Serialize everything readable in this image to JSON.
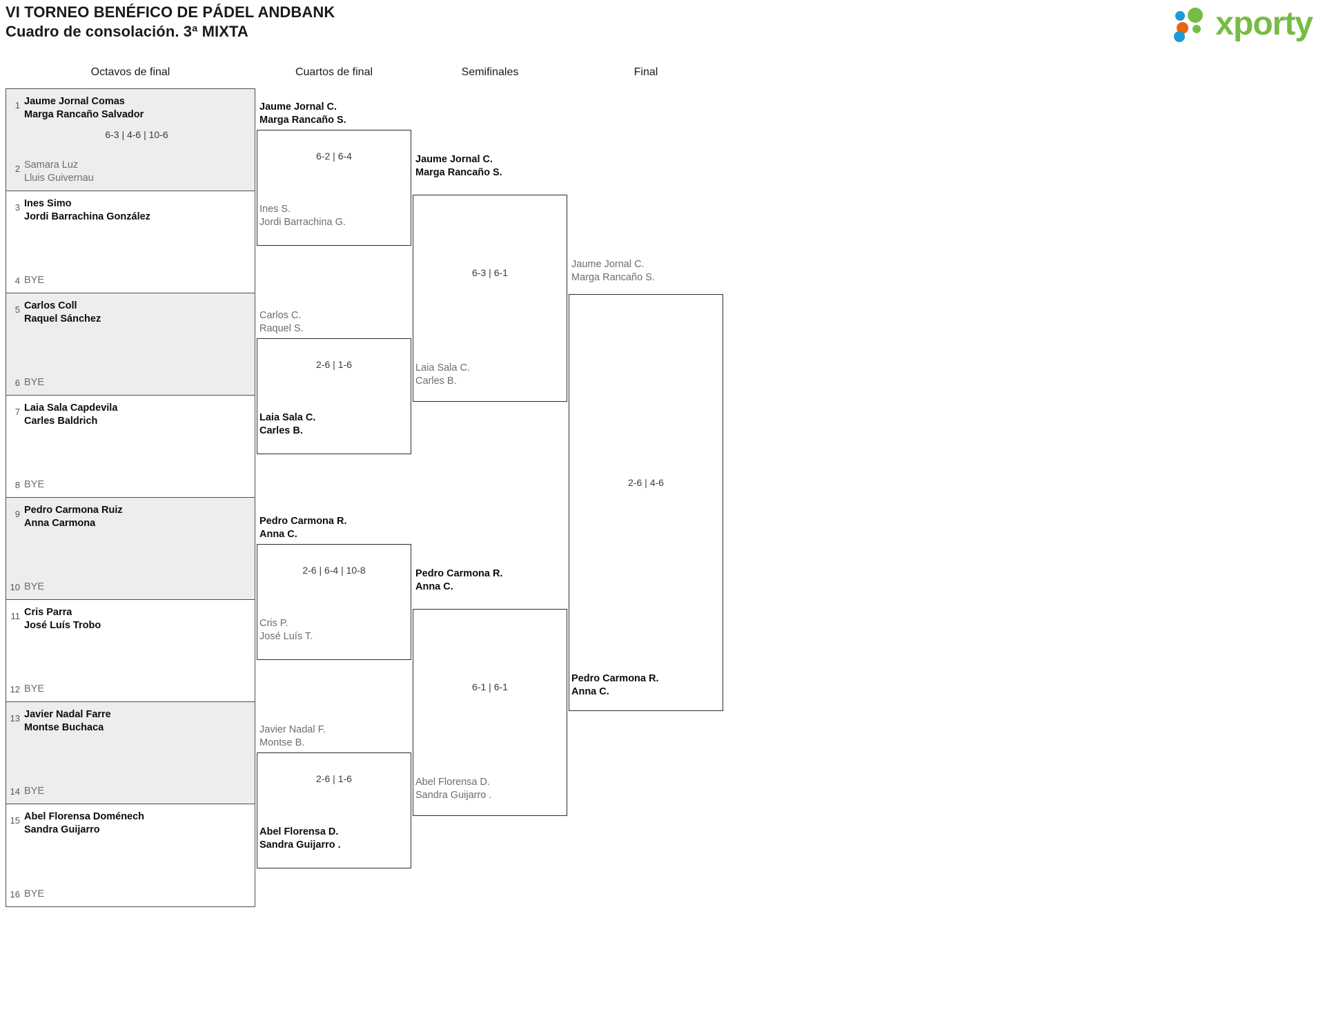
{
  "header": {
    "title_line1": "VI TORNEO BENÉFICO DE PÁDEL ANDBANK",
    "title_line2": "Cuadro de consolación. 3ª MIXTA",
    "brand_name": "xporty",
    "brand_colors": {
      "green": "#76bc43",
      "blue": "#1b9ad6",
      "orange": "#e8670c"
    }
  },
  "rounds": [
    {
      "id": "r16",
      "label": "Octavos de final"
    },
    {
      "id": "qf",
      "label": "Cuartos de final"
    },
    {
      "id": "sf",
      "label": "Semifinales"
    },
    {
      "id": "f",
      "label": "Final"
    }
  ],
  "bye_label": "BYE",
  "r16": [
    {
      "seed_top": "1",
      "seed_bot": "2",
      "top_l1": "Jaume Jornal Comas",
      "top_l2": "Marga Rancaño Salvador",
      "top_state": "winner",
      "bot_l1": "Samara Luz",
      "bot_l2": "Lluis Guivernau",
      "bot_state": "loser",
      "score": "6-3 | 4-6 | 10-6"
    },
    {
      "seed_top": "3",
      "seed_bot": "4",
      "top_l1": "Ines Simo",
      "top_l2": "Jordi Barrachina González",
      "top_state": "winner",
      "bot_l1": "BYE",
      "bot_l2": "",
      "bot_state": "bye",
      "score": ""
    },
    {
      "seed_top": "5",
      "seed_bot": "6",
      "top_l1": "Carlos Coll",
      "top_l2": "Raquel Sánchez",
      "top_state": "winner",
      "bot_l1": "BYE",
      "bot_l2": "",
      "bot_state": "bye",
      "score": ""
    },
    {
      "seed_top": "7",
      "seed_bot": "8",
      "top_l1": "Laia Sala Capdevila",
      "top_l2": "Carles Baldrich",
      "top_state": "winner",
      "bot_l1": "BYE",
      "bot_l2": "",
      "bot_state": "bye",
      "score": ""
    },
    {
      "seed_top": "9",
      "seed_bot": "10",
      "top_l1": "Pedro Carmona Ruiz",
      "top_l2": "Anna Carmona",
      "top_state": "winner",
      "bot_l1": "BYE",
      "bot_l2": "",
      "bot_state": "bye",
      "score": ""
    },
    {
      "seed_top": "11",
      "seed_bot": "12",
      "top_l1": "Cris Parra",
      "top_l2": "José Luís Trobo",
      "top_state": "winner",
      "bot_l1": "BYE",
      "bot_l2": "",
      "bot_state": "bye",
      "score": ""
    },
    {
      "seed_top": "13",
      "seed_bot": "14",
      "top_l1": "Javier Nadal Farre",
      "top_l2": "Montse Buchaca",
      "top_state": "winner",
      "bot_l1": "BYE",
      "bot_l2": "",
      "bot_state": "bye",
      "score": ""
    },
    {
      "seed_top": "15",
      "seed_bot": "16",
      "top_l1": "Abel Florensa Doménech",
      "top_l2": "Sandra Guijarro",
      "top_state": "winner",
      "bot_l1": "BYE",
      "bot_l2": "",
      "bot_state": "bye",
      "score": ""
    }
  ],
  "qf": [
    {
      "top_l1": "Jaume Jornal C.",
      "top_l2": "Marga Rancaño S.",
      "top_state": "winner",
      "bot_l1": "Ines S.",
      "bot_l2": "Jordi Barrachina G.",
      "bot_state": "loser",
      "score": "6-2 | 6-4"
    },
    {
      "top_l1": "Carlos C.",
      "top_l2": "Raquel S.",
      "top_state": "loser",
      "bot_l1": "Laia Sala C.",
      "bot_l2": "Carles B.",
      "bot_state": "winner",
      "score": "2-6 | 1-6"
    },
    {
      "top_l1": "Pedro Carmona R.",
      "top_l2": "Anna C.",
      "top_state": "winner",
      "bot_l1": "Cris P.",
      "bot_l2": "José Luís T.",
      "bot_state": "loser",
      "score": "2-6 | 6-4 | 10-8"
    },
    {
      "top_l1": "Javier Nadal F.",
      "top_l2": "Montse B.",
      "top_state": "loser",
      "bot_l1": "Abel Florensa D.",
      "bot_l2": "Sandra Guijarro .",
      "bot_state": "winner",
      "score": "2-6 | 1-6"
    }
  ],
  "sf": [
    {
      "top_l1": "Jaume Jornal C.",
      "top_l2": "Marga Rancaño S.",
      "top_state": "winner",
      "bot_l1": "Laia Sala C.",
      "bot_l2": "Carles B.",
      "bot_state": "loser",
      "score": "6-3 | 6-1"
    },
    {
      "top_l1": "Pedro Carmona R.",
      "top_l2": "Anna C.",
      "top_state": "winner",
      "bot_l1": "Abel Florensa D.",
      "bot_l2": "Sandra Guijarro .",
      "bot_state": "loser",
      "score": "6-1 | 6-1"
    }
  ],
  "final": {
    "top_l1": "Jaume Jornal C.",
    "top_l2": "Marga Rancaño S.",
    "top_state": "loser",
    "bot_l1": "Pedro Carmona R.",
    "bot_l2": "Anna C.",
    "bot_state": "winner",
    "score": "2-6 | 4-6"
  }
}
